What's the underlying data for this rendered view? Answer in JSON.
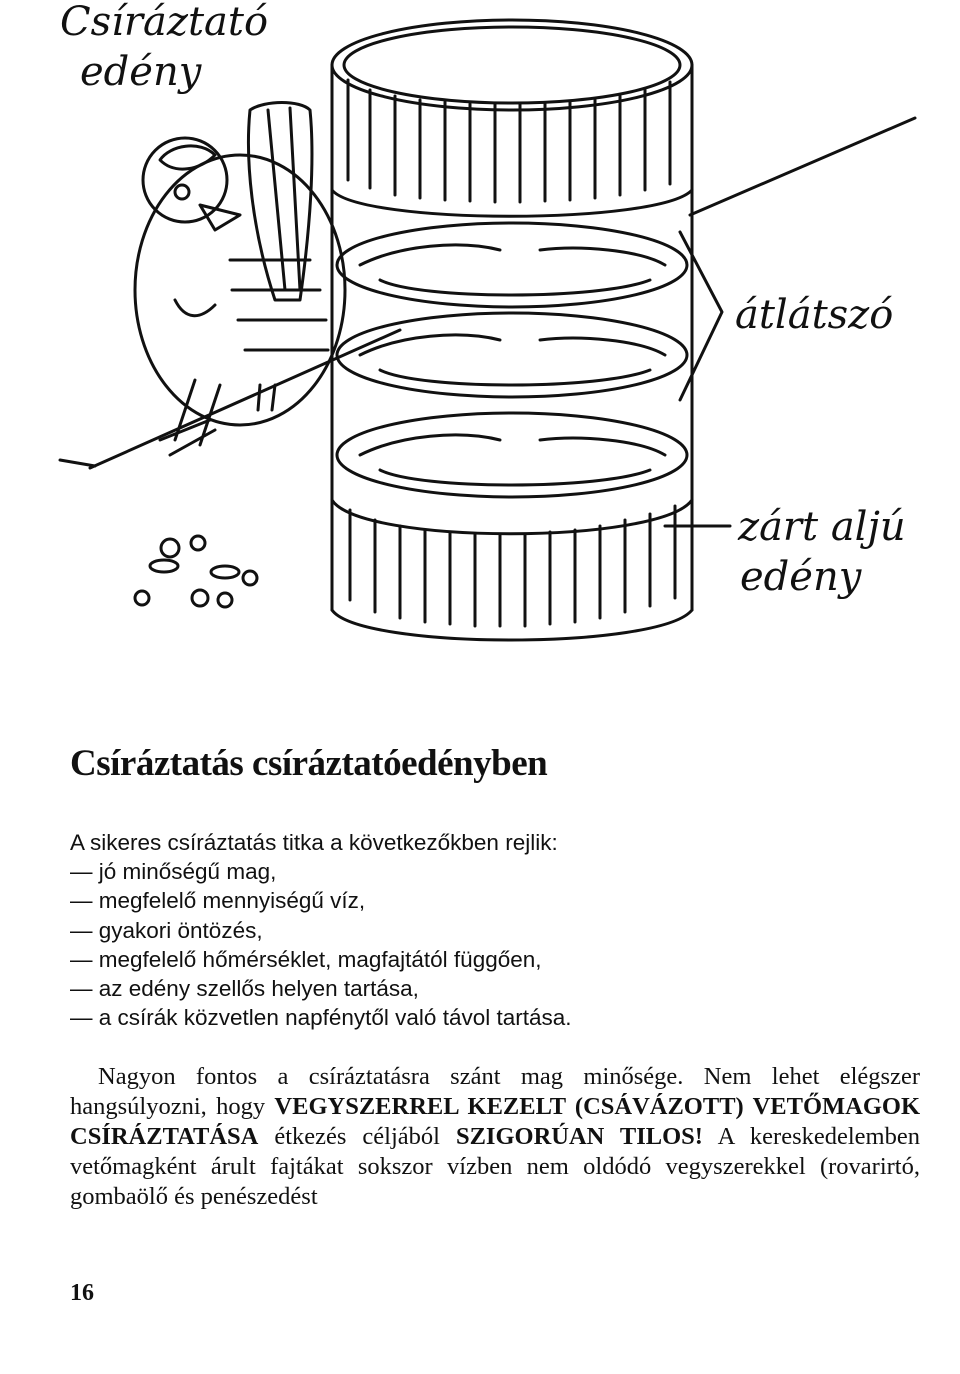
{
  "illustration": {
    "label_top": "Csíráztató",
    "label_top2": "edény",
    "label_right": "átlátszó",
    "label_bottom": "zárt aljú",
    "label_bottom2": "edény"
  },
  "title": "Csíráztatás csíráztatóedényben",
  "intro": {
    "lead": "A sikeres csíráztatás titka a következőkben rejlik:",
    "items": [
      "— jó minőségű mag,",
      "— megfelelő mennyiségű víz,",
      "— gyakori öntözés,",
      "— megfelelő hőmérséklet, magfajtától függően,",
      "— az edény szellős helyen tartása,",
      "— a csírák közvetlen napfénytől való távol tartása."
    ]
  },
  "body": {
    "p1": "Nagyon fontos a csíráztatásra szánt mag minősége. Nem lehet elégszer hangsúlyozni, hogy ",
    "p2": "VEGYSZERREL KEZELT (CSÁVÁZOTT) VETŐMAGOK CSÍRÁZTATÁSA",
    "p3": " étkezés céljából ",
    "p4": "SZIGORÚAN TILOS!",
    "p5": " A kereskedelemben vetőmagként árult fajtákat sokszor vízben nem oldódó vegyszerekkel (rovarirtó, gombaölő és penészedést"
  },
  "page_number": "16"
}
